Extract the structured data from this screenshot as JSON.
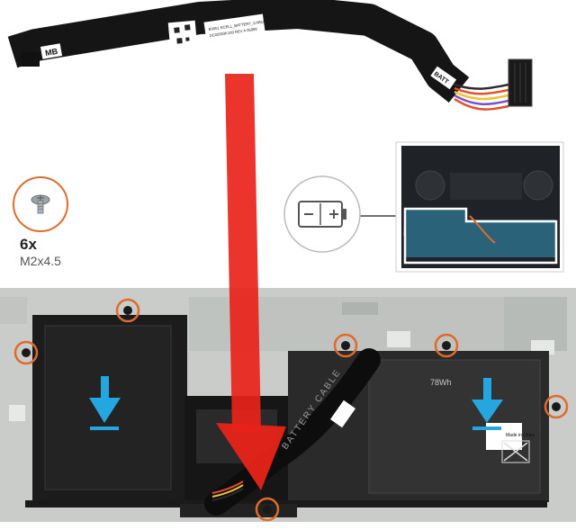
{
  "screw_note": {
    "count": "6x",
    "size": "M2x4.5"
  },
  "cable": {
    "label_mb": "MB",
    "label_batt": "BATT",
    "label_text_1": "E0051 ECELL_BATTERY_CABLE",
    "label_text_2": "DC02003K100 REV A 05069"
  },
  "battery": {
    "capacity": "78Wh",
    "printed_cable": "BATTERY CABLE",
    "made_in": "Made in China"
  },
  "colors": {
    "arrow": "#e8231a",
    "accent": "#e06a2b",
    "highlight": "#24a7e0"
  }
}
